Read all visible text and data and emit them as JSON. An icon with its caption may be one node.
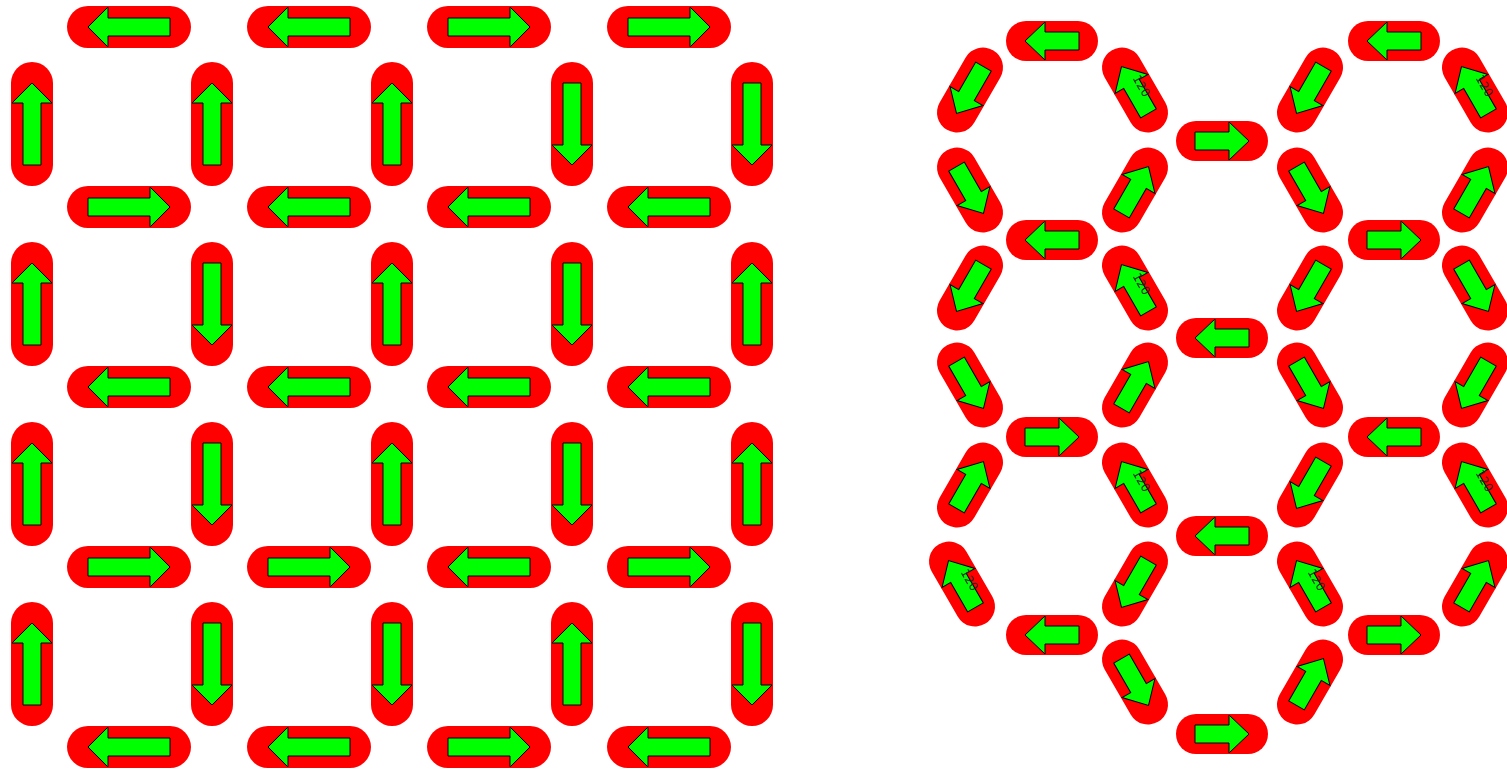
{
  "diagram": {
    "labels": [
      "120",
      "120",
      "120",
      "120",
      "120",
      "120",
      "120"
    ]
  }
}
